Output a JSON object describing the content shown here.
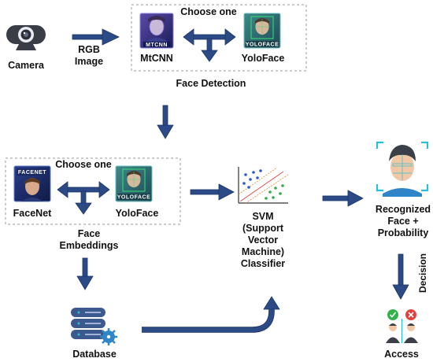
{
  "colors": {
    "arrow": "#2b4a86",
    "arrow_dark": "#1d3566",
    "dashed_box": "#9a9a9a",
    "tile_blue_dark": "#1b2a63",
    "tile_teal": "#2f6d73",
    "accent_cyan": "#27c0d8",
    "check_green": "#2fb34a",
    "cross_red": "#e0433d"
  },
  "nodes": {
    "camera": {
      "label": "Camera",
      "icon": "webcam-icon"
    },
    "rgb_image": {
      "label": "RGB Image"
    },
    "face_detection": {
      "title": "Face Detection",
      "choose": "Choose one",
      "option_a": {
        "label": "MtCNN",
        "tile_text": "MTCNN",
        "icon": "face-scan-tile"
      },
      "option_b": {
        "label": "YoloFace",
        "tile_text": "YOLOFACE",
        "icon": "face-scan-tile"
      }
    },
    "face_embeddings": {
      "title": "Face Embeddings",
      "choose": "Choose one",
      "option_a": {
        "label": "FaceNet",
        "tile_text": "FACENET",
        "icon": "face-tile"
      },
      "option_b": {
        "label": "YoloFace",
        "tile_text": "YOLOFACE",
        "icon": "face-scan-tile"
      }
    },
    "classifier": {
      "label": "SVM (Support Vector Machine) Classifier",
      "icon": "scatter-plot-icon"
    },
    "recognized": {
      "label": "Recognized Face + Probability",
      "icon": "face-recognition-icon"
    },
    "decision": {
      "label": "Decision"
    },
    "database": {
      "label": "Database",
      "icon": "database-server-icon"
    },
    "access": {
      "label": "Access",
      "icon": "access-users-icon"
    }
  }
}
